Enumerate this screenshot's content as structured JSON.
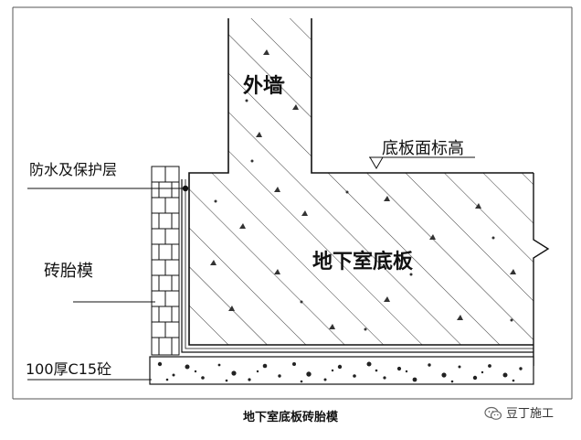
{
  "diagram": {
    "labels": {
      "exterior_wall": "外墙",
      "basement_slab": "地下室底板",
      "slab_top_elevation": "底板面标高",
      "waterproof_layer": "防水及保护层",
      "brick_form": "砖胎模",
      "concrete_bed": "100厚C15砼"
    },
    "caption": "地下室底板砖胎模",
    "watermark": {
      "text": "豆丁施工",
      "icon": "wechat-icon"
    }
  }
}
